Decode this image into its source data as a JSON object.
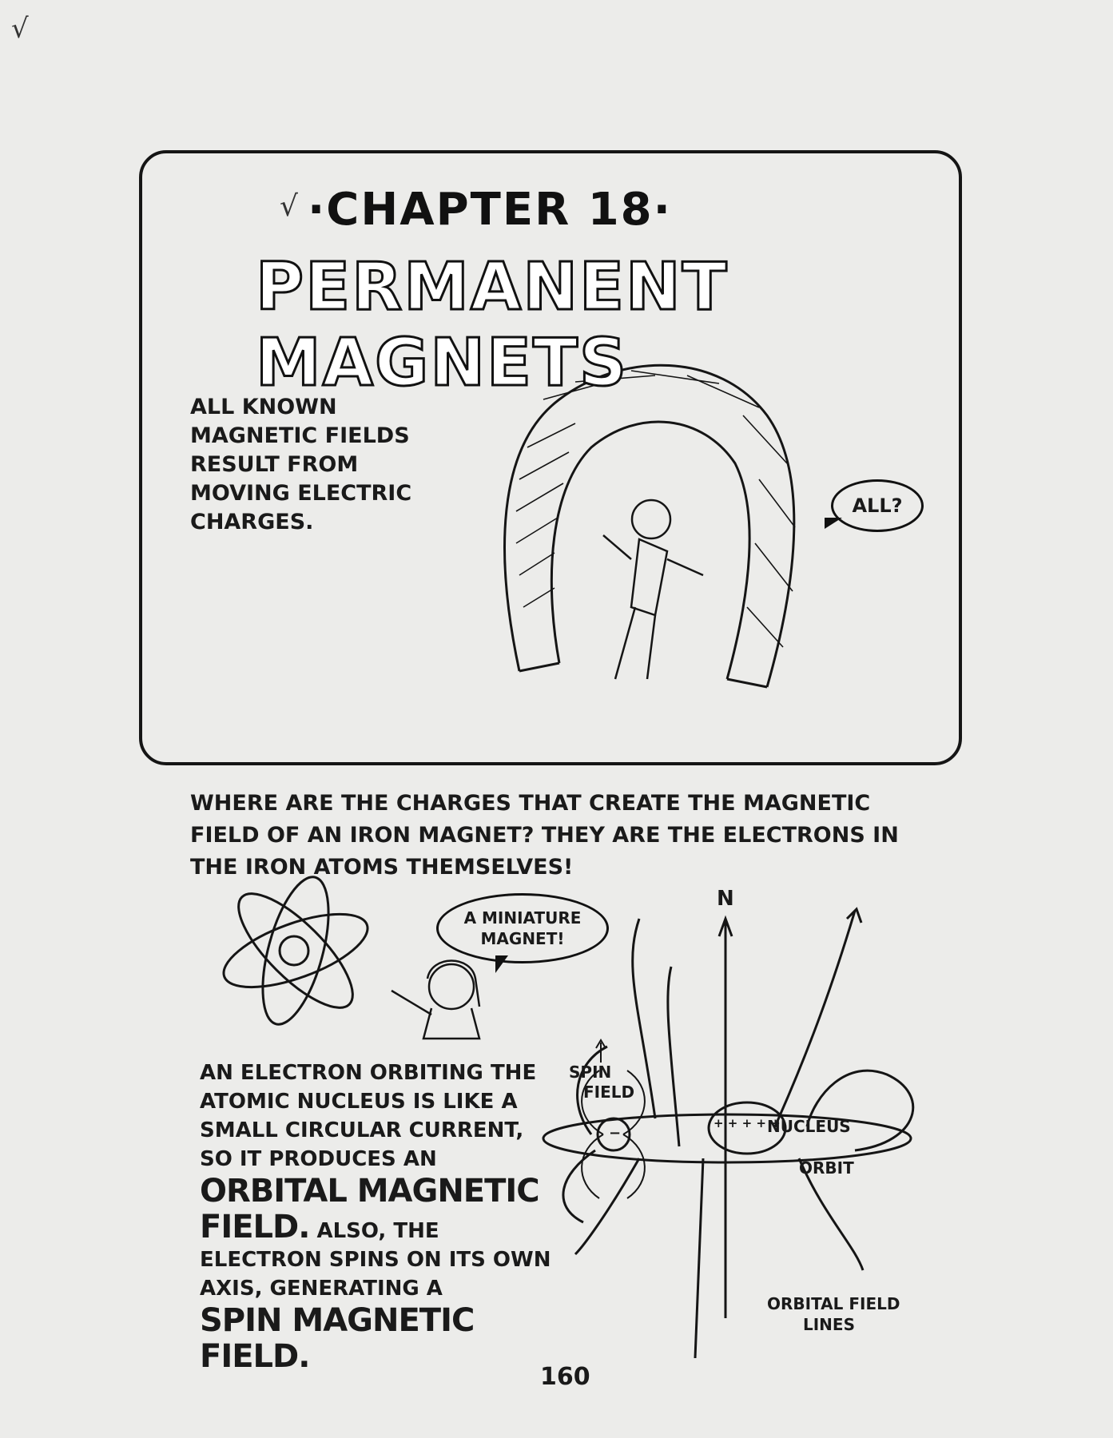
{
  "margin_check": "√",
  "chapter": {
    "check": "√",
    "heading": "·CHAPTER 18·",
    "title": "PERMANENT MAGNETS",
    "intro": "ALL KNOWN MAGNETIC FIELDS RESULT FROM MOVING ELECTRIC CHARGES.",
    "speech": "ALL?"
  },
  "body": {
    "question": "WHERE ARE THE CHARGES THAT CREATE THE MAGNETIC FIELD OF AN IRON MAGNET?  THEY ARE THE ELECTRONS IN THE IRON ATOMS THEMSELVES!"
  },
  "miniature_speech": {
    "line1": "A MINIATURE",
    "line2": "MAGNET!"
  },
  "electron_text": {
    "part1": "AN ELECTRON ORBITING THE ATOMIC NUCLEUS IS LIKE A SMALL CIRCULAR CURRENT, SO IT PRODUCES AN",
    "term1": "ORBITAL MAGNETIC FIELD.",
    "part2": "ALSO, THE ELECTRON SPINS ON ITS OWN AXIS, GENERATING A",
    "term2": "SPIN MAGNETIC FIELD."
  },
  "diagram": {
    "north": "N",
    "spin_field_1": "SPIN",
    "spin_field_2": "FIELD",
    "nucleus": "NUCLEUS",
    "orbit": "ORBIT",
    "orbital_lines_1": "ORBITAL FIELD",
    "orbital_lines_2": "LINES",
    "nucleus_charge": "+ + + + +",
    "electron_charge": "−"
  },
  "page_number": "160"
}
